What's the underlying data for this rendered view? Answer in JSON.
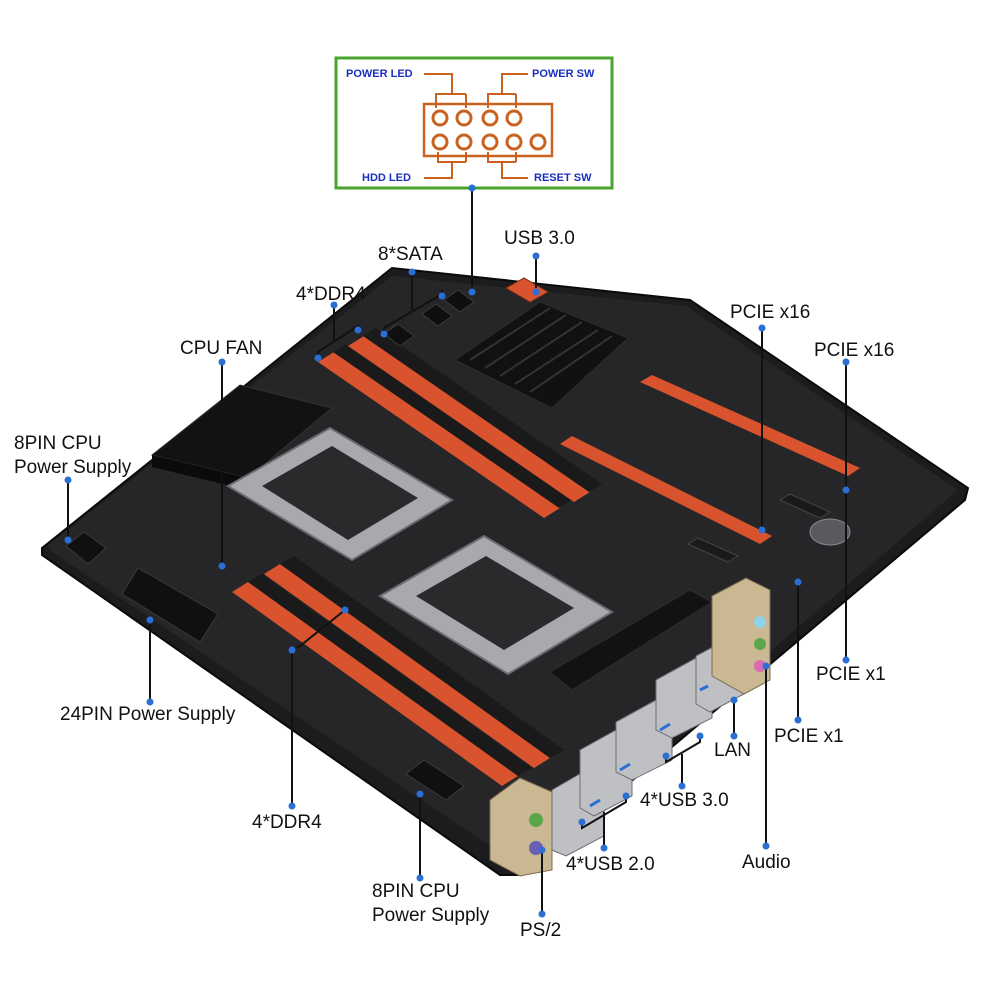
{
  "panel": {
    "power_led": "POWER LED",
    "power_sw": "POWER SW",
    "hdd_led": "HDD LED",
    "reset_sw": "RESET SW"
  },
  "labels": {
    "usb30_top": "USB 3.0",
    "sata": "8*SATA",
    "ddr4_top": "4*DDR4",
    "cpu_fan": "CPU FAN",
    "cpu8_left_l1": "8PIN CPU",
    "cpu8_left_l2": "Power Supply",
    "pcie16_a": "PCIE x16",
    "pcie16_b": "PCIE x16",
    "pcie1_a": "PCIE x1",
    "pcie1_b": "PCIE x1",
    "lan": "LAN",
    "usb30_rear": "4*USB 3.0",
    "audio": "Audio",
    "usb20": "4*USB 2.0",
    "ps2": "PS/2",
    "cpu8_bottom_l1": "8PIN CPU",
    "cpu8_bottom_l2": "Power Supply",
    "ddr4_bottom": "4*DDR4",
    "atx24": "24PIN Power Supply"
  },
  "colors": {
    "board": "#1c1c1e",
    "dimm": "#d9542e",
    "pcie": "#d9542e",
    "panel_border": "#4aa52e",
    "pin": "#c9621f",
    "leader": "#111111",
    "dot": "#2a6fd6"
  }
}
